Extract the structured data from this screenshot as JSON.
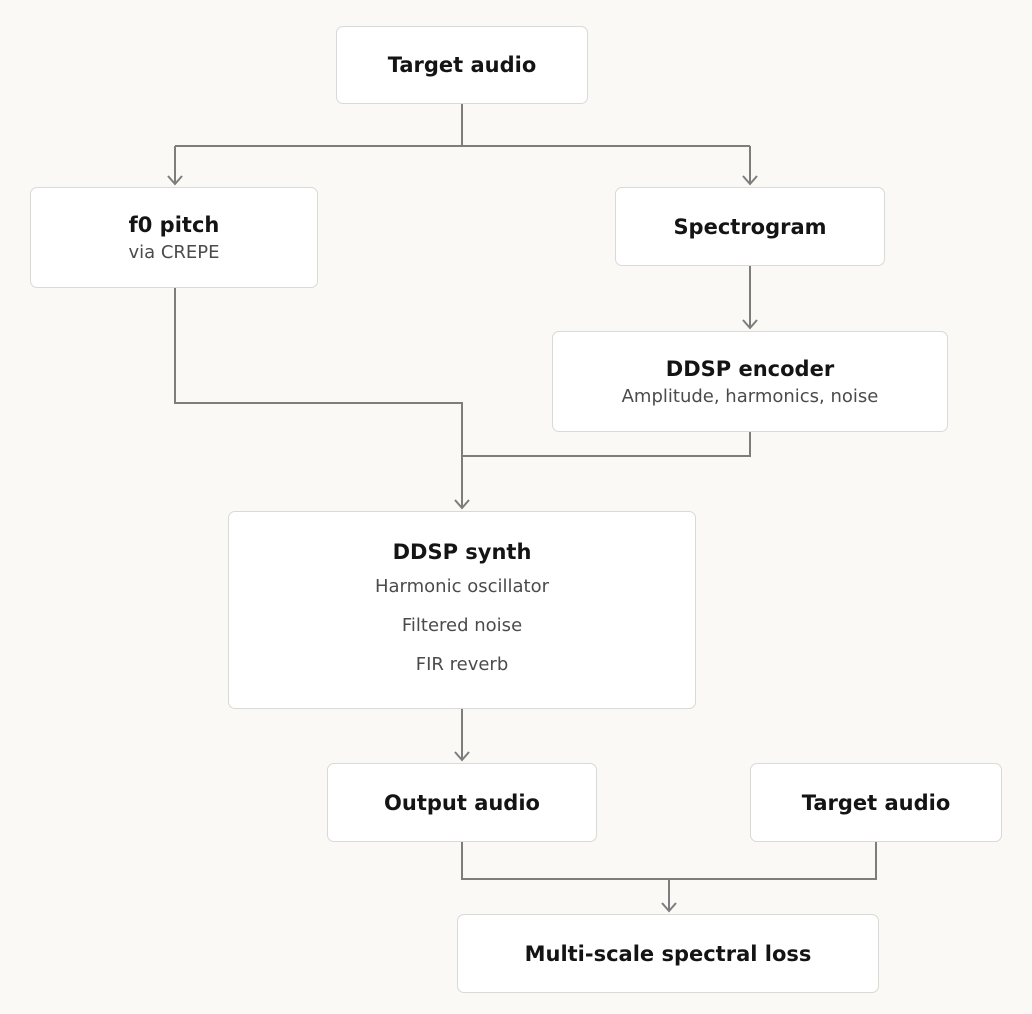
{
  "nodes": {
    "target_audio_top": {
      "title": "Target audio"
    },
    "f0_pitch": {
      "title": "f0 pitch",
      "subtitle": "via CREPE"
    },
    "spectrogram": {
      "title": "Spectrogram"
    },
    "ddsp_encoder": {
      "title": "DDSP encoder",
      "subtitle": "Amplitude, harmonics, noise"
    },
    "ddsp_synth": {
      "title": "DDSP synth",
      "components": [
        "Harmonic oscillator",
        "Filtered noise",
        "FIR reverb"
      ]
    },
    "output_audio": {
      "title": "Output audio"
    },
    "target_audio_right": {
      "title": "Target audio"
    },
    "loss": {
      "title": "Multi-scale spectral loss"
    }
  },
  "colors": {
    "background": "#faf9f6",
    "box_fill": "#ffffff",
    "box_border": "#d9d9d6",
    "connector": "#7d7d7d",
    "title_text": "#141414",
    "subtitle_text": "#4b4b4b"
  }
}
